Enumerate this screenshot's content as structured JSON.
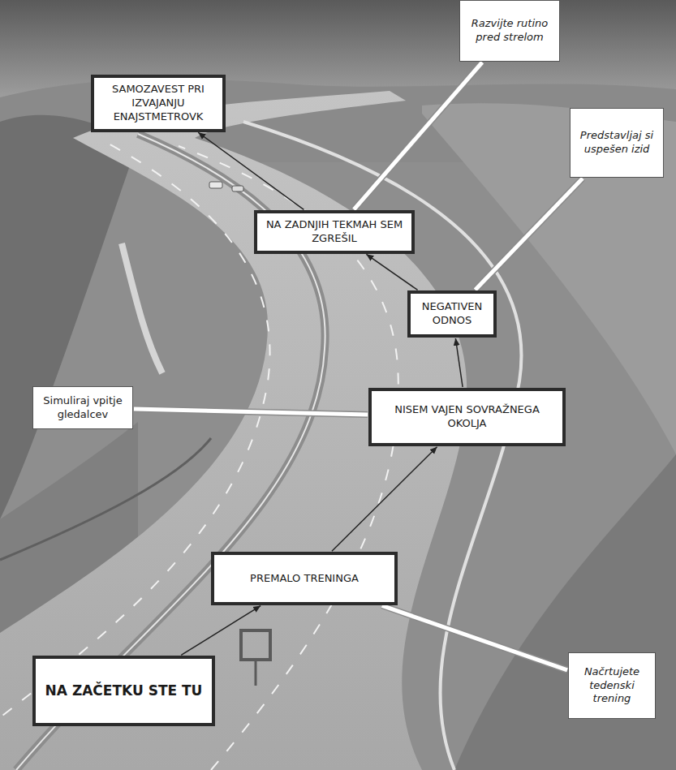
{
  "diagram": {
    "nodes": [
      {
        "text": [
          "SAMOZAVEST PRI IZVAJANJU ENAJSTMETROVK"
        ]
      },
      {
        "text": [
          "Razvijte rutino pred strelom"
        ]
      },
      {
        "text": [
          "NA ZADNJIH TEKMAH SEM ZGREŠIL"
        ]
      },
      {
        "text": [
          "Predstavljaj si uspešen izid"
        ]
      },
      {
        "text": [
          "NEGATIVEN ODNOS"
        ]
      },
      {
        "text": [
          "Simuliraj vpitje gledalcev"
        ]
      },
      {
        "text": [
          "NISEM VAJEN SOVRAŽNEGA OKOLJA"
        ]
      },
      {
        "text": [
          "PREMALO TRENINGA"
        ]
      },
      {
        "text": [
          "Načrtujete tedenski trening"
        ]
      },
      {
        "text": [
          "NA ZAČETKU STE TU"
        ]
      }
    ],
    "edges": [
      {
        "from": 9,
        "to": 7,
        "arrow": "to"
      },
      {
        "from": 7,
        "to": 6,
        "arrow": "to"
      },
      {
        "from": 6,
        "to": 4,
        "arrow": "to"
      },
      {
        "from": 4,
        "to": 2,
        "arrow": "to"
      },
      {
        "from": 2,
        "to": 0,
        "arrow": "to"
      },
      {
        "from": 1,
        "to": 2,
        "arrow": "none"
      },
      {
        "from": 3,
        "to": 4,
        "arrow": "none"
      },
      {
        "from": 5,
        "to": 6,
        "arrow": "none"
      },
      {
        "from": 8,
        "to": 7,
        "arrow": "none"
      }
    ]
  }
}
